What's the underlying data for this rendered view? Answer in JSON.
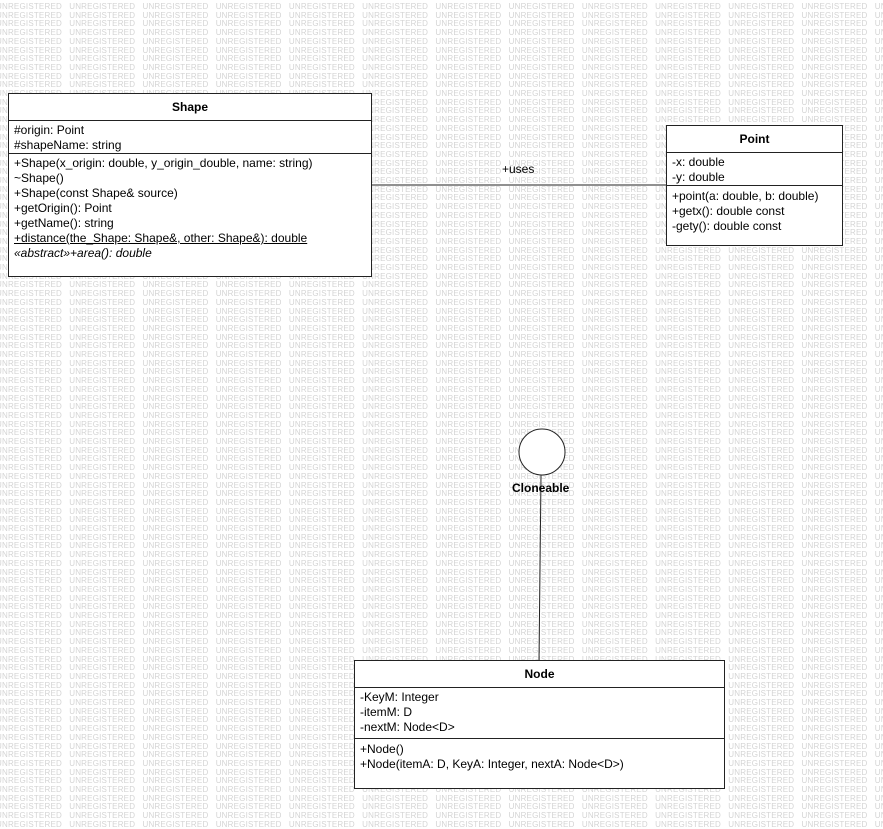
{
  "watermark": "UNREGISTERED",
  "classes": {
    "shape": {
      "name": "Shape",
      "attributes": [
        "#origin: Point",
        "#shapeName: string"
      ],
      "methods": [
        "+Shape(x_origin: double, y_origin_double, name: string)",
        "~Shape()",
        "+Shape(const Shape& source)",
        "+getOrigin(): Point",
        "+getName(): string"
      ],
      "static_method": "+distance(the_Shape: Shape&, other: Shape&): double",
      "abstract_method": "«abstract»+area(): double"
    },
    "point": {
      "name": "Point",
      "attributes": [
        "-x: double",
        "-y: double"
      ],
      "methods": [
        "+point(a: double, b: double)",
        "+getx(): double const",
        "-gety(): double const"
      ]
    },
    "node": {
      "name": "Node",
      "attributes": [
        "-KeyM: Integer",
        "-itemM: D",
        "-nextM: Node<D>"
      ],
      "methods": [
        "+Node()",
        "+Node(itemA: D, KeyA: Integer, nextA: Node<D>)"
      ]
    }
  },
  "associations": {
    "uses_label": "+uses"
  },
  "interface": {
    "name": "Cloneable"
  },
  "colors": {
    "border": "#222222",
    "watermark": "#d4d4d4",
    "background": "#ffffff"
  }
}
